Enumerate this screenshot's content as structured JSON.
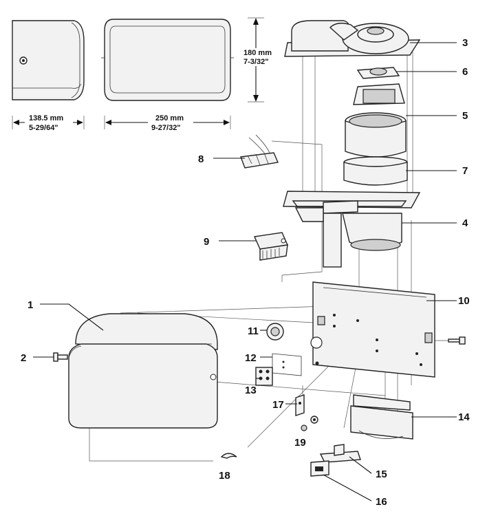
{
  "dimensions": {
    "side_width": {
      "mm": "138.5 mm",
      "inch": "5-29/64\""
    },
    "front_width": {
      "mm": "250 mm",
      "inch": "9-27/32\""
    },
    "height": {
      "mm": "180 mm",
      "inch": "7-3/32\""
    }
  },
  "callouts": [
    "1",
    "2",
    "3",
    "4",
    "5",
    "6",
    "7",
    "8",
    "9",
    "10",
    "11",
    "12",
    "13",
    "14",
    "15",
    "16",
    "17",
    "18",
    "19"
  ]
}
